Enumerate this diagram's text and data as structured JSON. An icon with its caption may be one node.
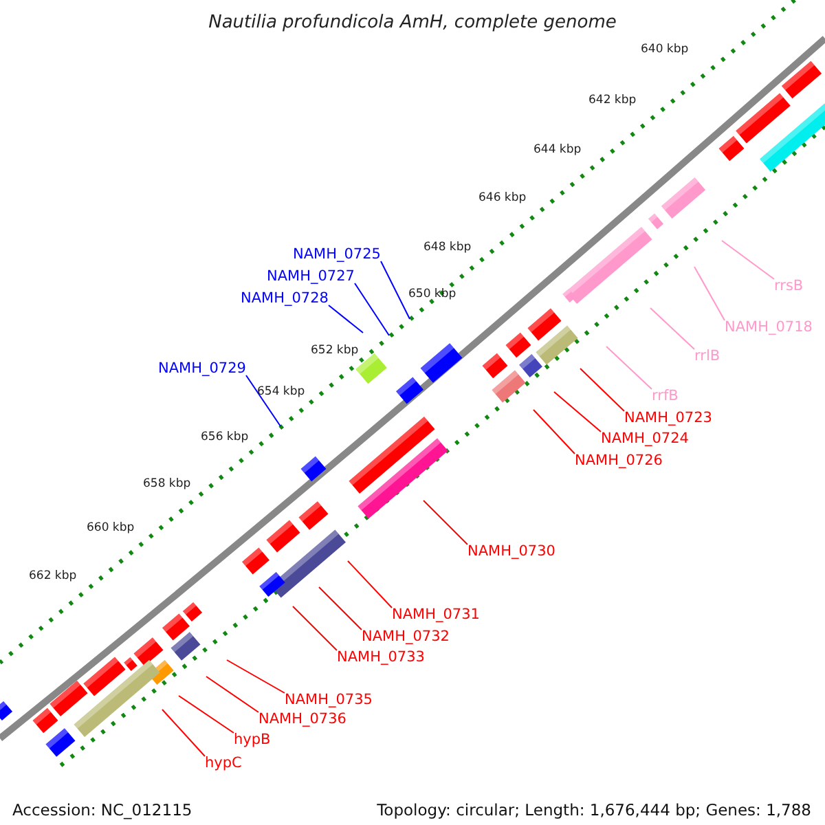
{
  "diagram": {
    "title": "Nautilia profundicola AmH, complete genome",
    "nodes": [
      {
        "text": [
          "NAMH_0725"
        ]
      },
      {
        "text": [
          "NAMH_0727"
        ]
      },
      {
        "text": [
          "NAMH_0728"
        ]
      },
      {
        "text": [
          "NAMH_0729"
        ]
      },
      {
        "text": [
          "rrsB"
        ]
      },
      {
        "text": [
          "NAMH_0718"
        ]
      },
      {
        "text": [
          "rrlB"
        ]
      },
      {
        "text": [
          "rrfB"
        ]
      },
      {
        "text": [
          "NAMH_0723"
        ]
      },
      {
        "text": [
          "NAMH_0724"
        ]
      },
      {
        "text": [
          "NAMH_0726"
        ]
      },
      {
        "text": [
          "NAMH_0730"
        ]
      },
      {
        "text": [
          "NAMH_0731"
        ]
      },
      {
        "text": [
          "NAMH_0732"
        ]
      },
      {
        "text": [
          "NAMH_0733"
        ]
      },
      {
        "text": [
          "NAMH_0735"
        ]
      },
      {
        "text": [
          "NAMH_0736"
        ]
      },
      {
        "text": [
          "hypB"
        ]
      },
      {
        "text": [
          "hypC"
        ]
      }
    ],
    "edges": [
      {
        "from": 0,
        "to": null,
        "arrow": "none",
        "color": "#0000ff"
      },
      {
        "from": 1,
        "to": null,
        "arrow": "none",
        "color": "#0000ff"
      },
      {
        "from": 2,
        "to": null,
        "arrow": "none",
        "color": "#0000ff"
      },
      {
        "from": 3,
        "to": null,
        "arrow": "none",
        "color": "#0000ff"
      },
      {
        "from": 4,
        "to": null,
        "arrow": "none",
        "color": "#ff99cc"
      },
      {
        "from": 5,
        "to": null,
        "arrow": "none",
        "color": "#ff99cc"
      },
      {
        "from": 6,
        "to": null,
        "arrow": "none",
        "color": "#ff99cc"
      },
      {
        "from": 7,
        "to": null,
        "arrow": "none",
        "color": "#ff99cc"
      },
      {
        "from": 8,
        "to": null,
        "arrow": "none"
      },
      {
        "from": 9,
        "to": null,
        "arrow": "none"
      },
      {
        "from": 10,
        "to": null,
        "arrow": "none"
      },
      {
        "from": 11,
        "to": null,
        "arrow": "none"
      },
      {
        "from": 12,
        "to": null,
        "arrow": "none"
      },
      {
        "from": 13,
        "to": null,
        "arrow": "none"
      },
      {
        "from": 14,
        "to": null,
        "arrow": "none"
      },
      {
        "from": 15,
        "to": null,
        "arrow": "none"
      },
      {
        "from": 16,
        "to": null,
        "arrow": "none"
      },
      {
        "from": 17,
        "to": null,
        "arrow": "none"
      },
      {
        "from": 18,
        "to": null,
        "arrow": "none"
      }
    ],
    "labels": [
      "640 kbp",
      "642 kbp",
      "644 kbp",
      "646 kbp",
      "648 kbp",
      "650 kbp",
      "652 kbp",
      "654 kbp",
      "656 kbp",
      "658 kbp",
      "660 kbp",
      "662 kbp",
      "Accession: NC_012115",
      "Topology: circular; Length: 1,676,444 bp; Genes: 1,788"
    ]
  }
}
